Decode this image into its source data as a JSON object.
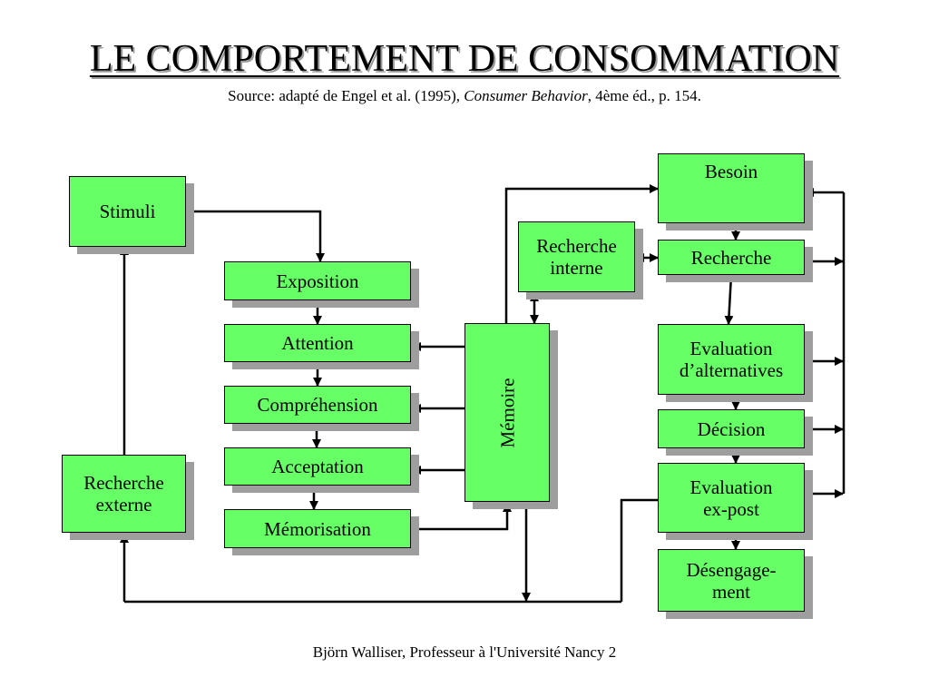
{
  "title": "LE COMPORTEMENT DE CONSOMMATION",
  "source": {
    "prefix": "Source: adapté de Engel et al. (1995), ",
    "book": "Consumer Behavior",
    "suffix": ", 4ème éd., p. 154."
  },
  "footer": "Björn Walliser, Professeur à l'Université Nancy 2",
  "colors": {
    "box_fill": "#66ff66",
    "shadow": "#9e9e9e",
    "line": "#000000"
  },
  "nodes": {
    "stimuli": "Stimuli",
    "recherche_externe": "Recherche\nexterne",
    "exposition": "Exposition",
    "attention": "Attention",
    "comprehension": "Compréhension",
    "acceptation": "Acceptation",
    "memorisation": "Mémorisation",
    "memoire": "Mémoire",
    "recherche_interne": "Recherche\ninterne",
    "besoin": "Besoin",
    "recherche": "Recherche",
    "evaluation_alternatives": "Evaluation\nd’alternatives",
    "decision": "Décision",
    "evaluation_ex_post": "Evaluation\nex-post",
    "desengagement": "Désengage-\nment"
  }
}
